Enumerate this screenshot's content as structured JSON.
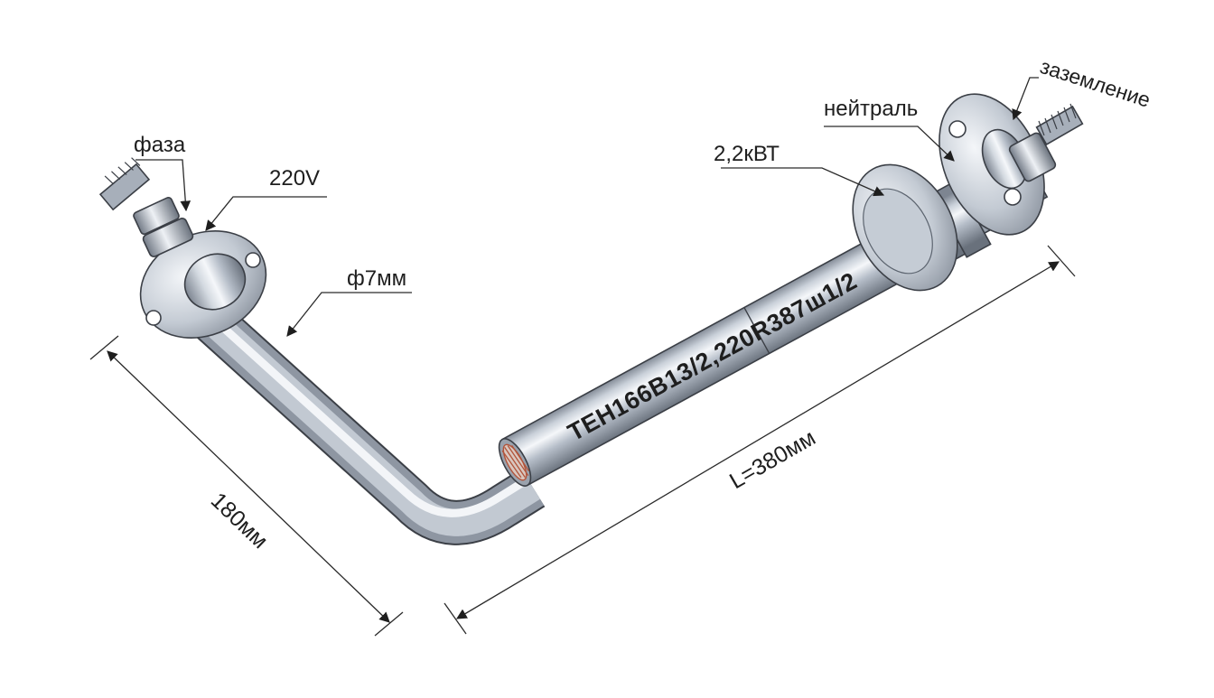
{
  "labels": {
    "phase": "фаза",
    "voltage": "220V",
    "tube_diameter": "ф7мм",
    "power": "2,2кВТ",
    "neutral": "нейтраль",
    "ground": "заземление"
  },
  "marking": "ТЕН166В13/2,220R387ш1/2",
  "dimensions": {
    "short_leg": "180мм",
    "long_leg": "L=380мм"
  },
  "colors": {
    "steel_light": "#eef1f5",
    "steel_mid": "#b8c0cb",
    "steel_dark": "#6c7480",
    "outline": "#3b3f46",
    "copper": "#b2543a"
  }
}
